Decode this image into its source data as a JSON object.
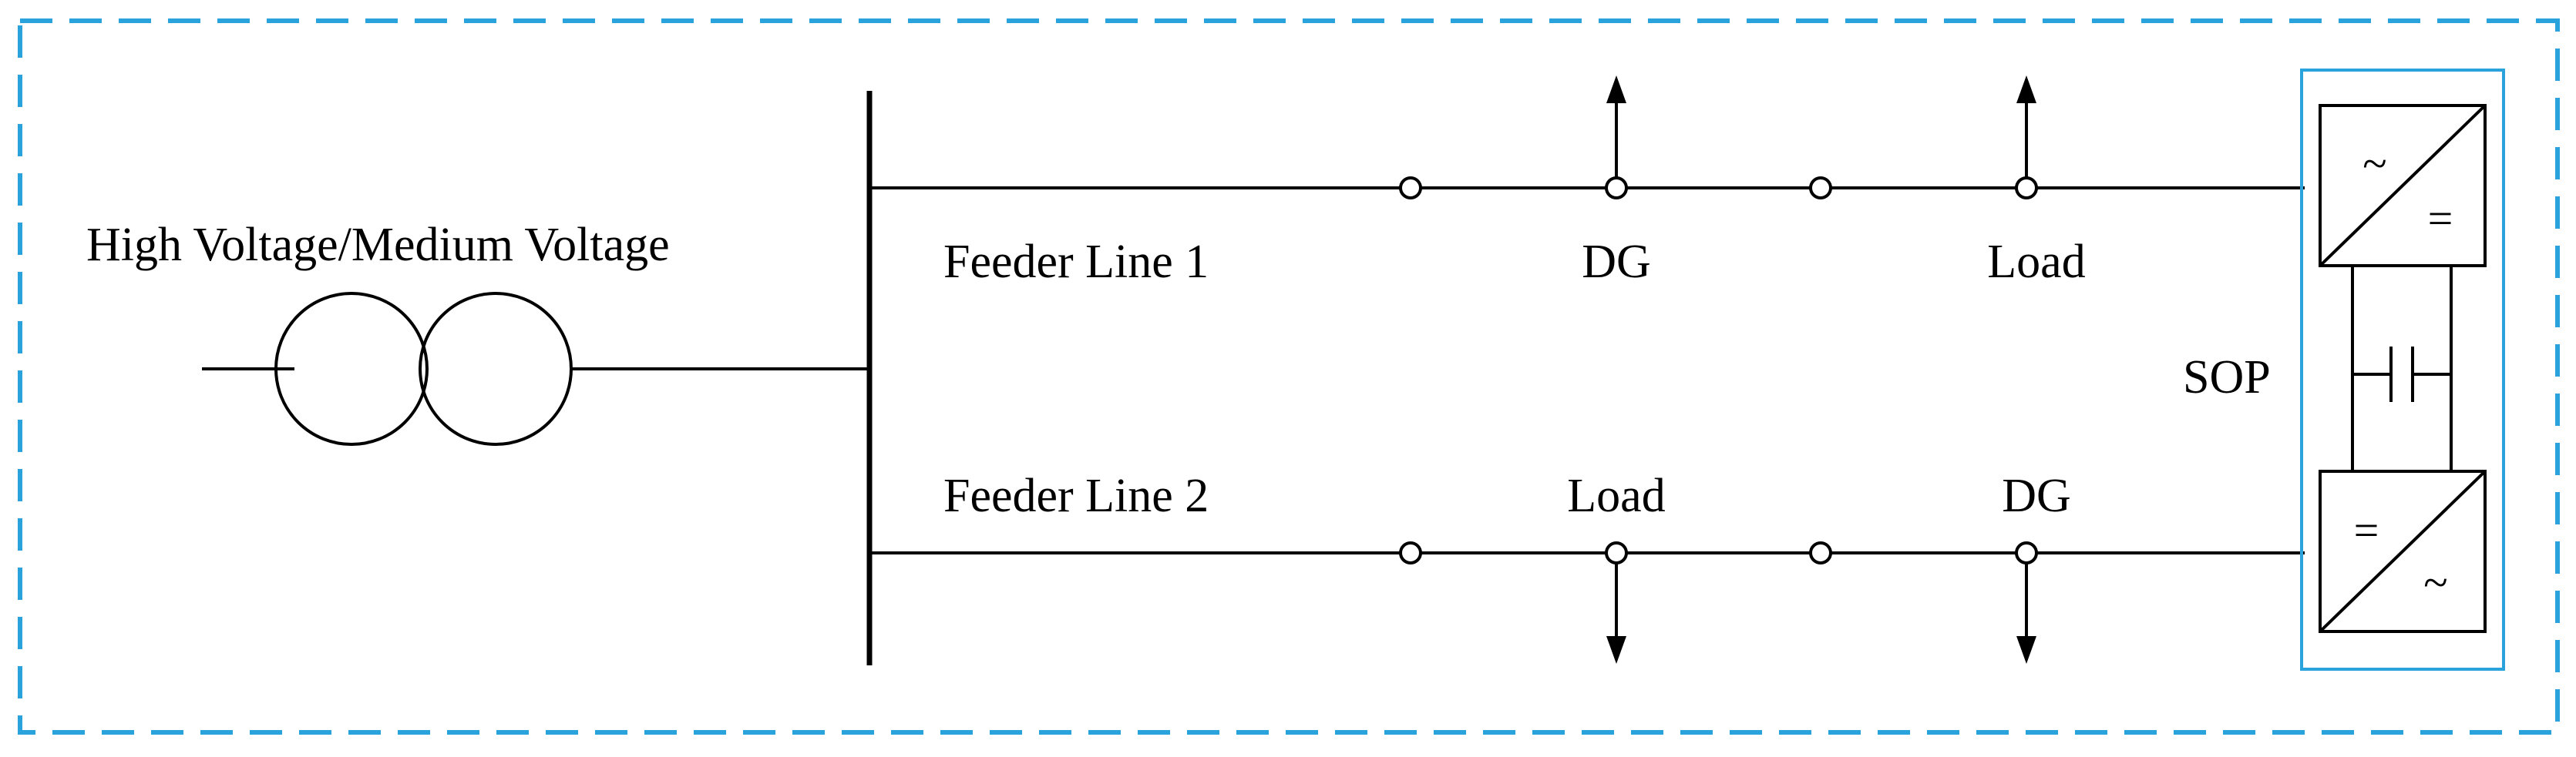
{
  "transformer": {
    "label": "High Voltage/Medium Voltage"
  },
  "feeders": [
    {
      "label": "Feeder Line 1",
      "device_a": "DG",
      "device_b": "Load"
    },
    {
      "label": "Feeder Line 2",
      "device_a": "Load",
      "device_b": "DG"
    }
  ],
  "sop": {
    "label": "SOP",
    "converter_top": {
      "ac": "~",
      "dc": "="
    },
    "converter_bottom": {
      "dc": "=",
      "ac": "~"
    }
  },
  "colors": {
    "boundary": "#2aa3dd",
    "sop_box": "#2aa3dd",
    "lines": "#000000"
  },
  "icons": [
    "transformer-icon",
    "up-arrow-icon",
    "down-arrow-icon",
    "converter-icon",
    "capacitor-icon"
  ]
}
